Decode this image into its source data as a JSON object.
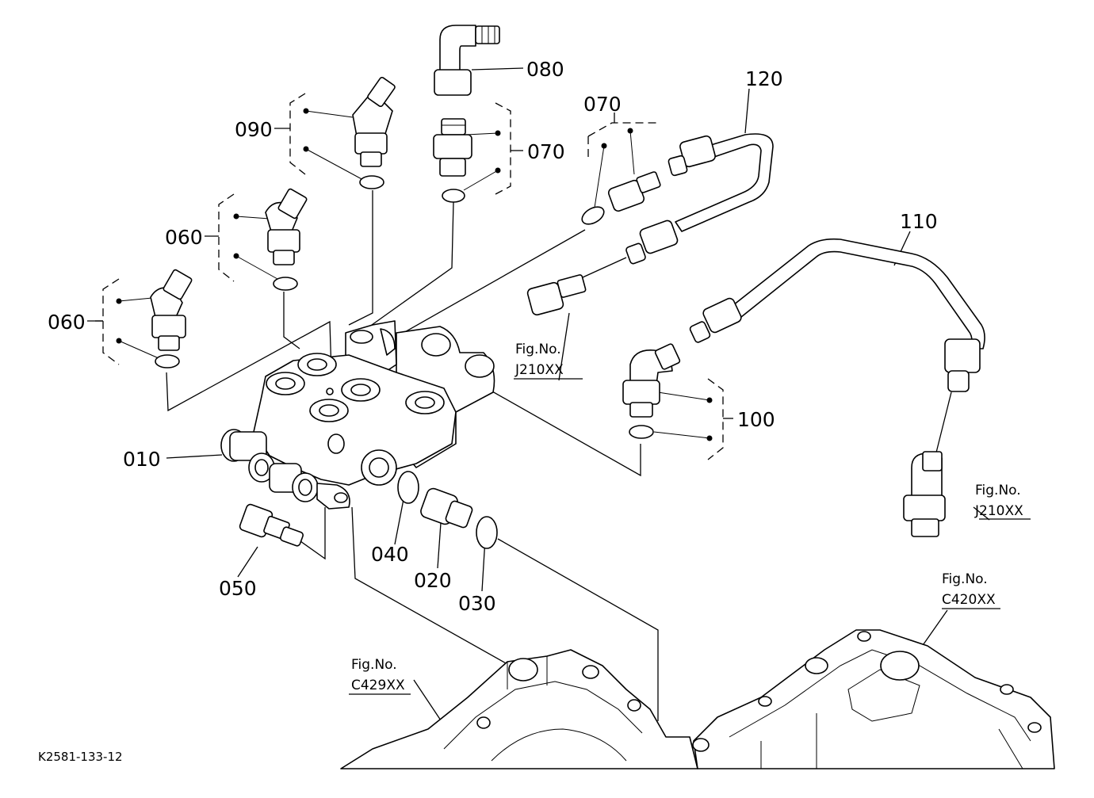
{
  "diagram": {
    "drawing_code": "K2581-133-12",
    "part_labels": {
      "p010": "010",
      "p020": "020",
      "p030": "030",
      "p040": "040",
      "p050": "050",
      "p060a": "060",
      "p060b": "060",
      "p070a": "070",
      "p070b": "070",
      "p080": "080",
      "p090": "090",
      "p100": "100",
      "p110": "110",
      "p120": "120"
    },
    "figure_refs": [
      {
        "line1": "Fig.No.",
        "line2": "J210XX"
      },
      {
        "line1": "Fig.No.",
        "line2": "J210XX"
      },
      {
        "line1": "Fig.No.",
        "line2": "C429XX"
      },
      {
        "line1": "Fig.No.",
        "line2": "C420XX"
      }
    ]
  }
}
